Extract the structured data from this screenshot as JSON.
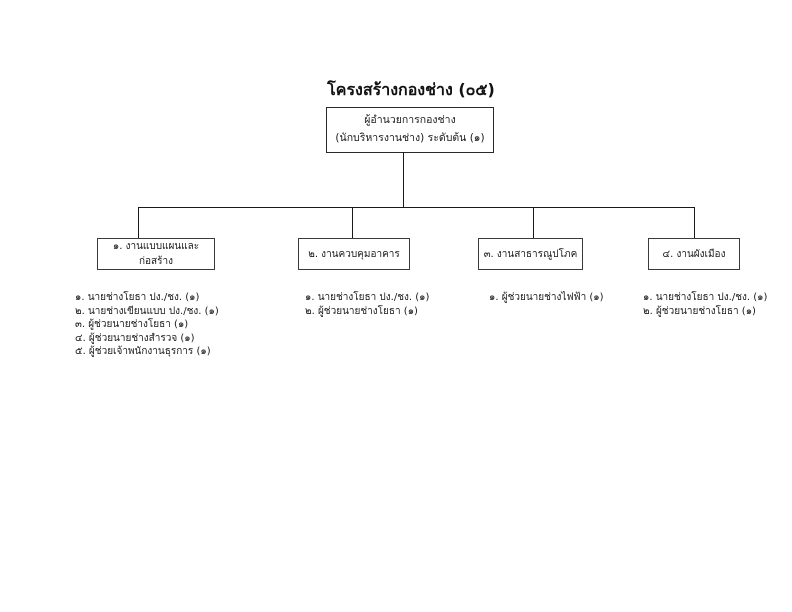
{
  "page": {
    "title": "โครงสร้างกองช่าง (๐๕)"
  },
  "director": {
    "line1": "ผู้อำนวยการกองช่าง",
    "line2": "(นักบริหารงานช่าง) ระดับต้น (๑)"
  },
  "departments": [
    {
      "label": "๑. งานแบบแผนและก่อสร้าง",
      "staff": [
        "๑. นายช่างโยธา ปง./ชง. (๑)",
        "๒. นายช่างเขียนแบบ ปง./ชง. (๑)",
        "๓. ผู้ช่วยนายช่างโยธา (๑)",
        "๔. ผู้ช่วยนายช่างสำรวจ (๑)",
        "๕. ผู้ช่วยเจ้าพนักงานธุรการ (๑)"
      ]
    },
    {
      "label": "๒. งานควบคุมอาคาร",
      "staff": [
        "๑. นายช่างโยธา ปง./ชง. (๑)",
        "๒. ผู้ช่วยนายช่างโยธา (๑)"
      ]
    },
    {
      "label": "๓. งานสาธารณูปโภค",
      "staff": [
        "๑. ผู้ช่วยนายช่างไฟฟ้า (๑)"
      ]
    },
    {
      "label": "๔. งานผังเมือง",
      "staff": [
        "๑. นายช่างโยธา ปง./ชง. (๑)",
        "๒. ผู้ช่วยนายช่างโยธา (๑)"
      ]
    }
  ],
  "colors": {
    "background": "#ffffff",
    "line": "#1a1a1a",
    "text": "#1a1a1a"
  }
}
